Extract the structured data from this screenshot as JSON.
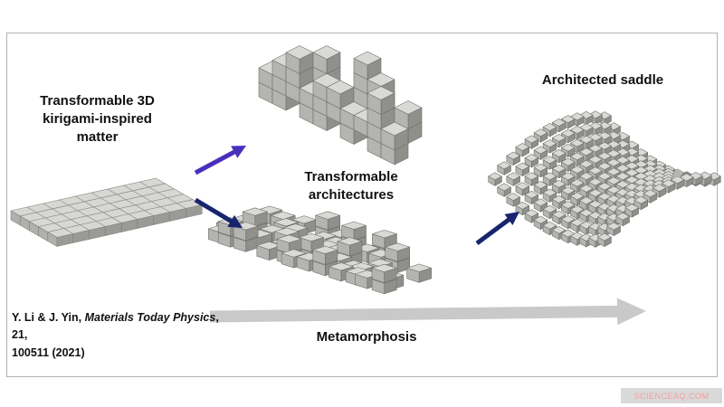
{
  "figure": {
    "left_label": [
      "Transformable 3D",
      "kirigami-inspired",
      "matter"
    ],
    "center_label": [
      "Transformable",
      "architectures"
    ],
    "right_label": "Architected saddle",
    "process_label": "Metamorphosis",
    "citation": {
      "authors": "Y. Li & J. Yin, ",
      "journal": "Materials Today Physics",
      "issue": ", 21,",
      "line2": "100511 (2021)"
    },
    "watermark": "SCIENCEAQ.COM"
  },
  "colors": {
    "arrow_purple": "#4a2fbd",
    "arrow_navy": "#17256f",
    "arrow_gray": "#c9c9c9",
    "cube_top": "#d9d9d5",
    "cube_left": "#b4b4b0",
    "cube_right": "#8f8f8b",
    "cube_stroke": "#6f6f6b",
    "slab_top": "#d7d7d3",
    "slab_left": "#b0b0ac",
    "slab_right": "#9a9a96",
    "slab_stroke": "#85857f"
  }
}
